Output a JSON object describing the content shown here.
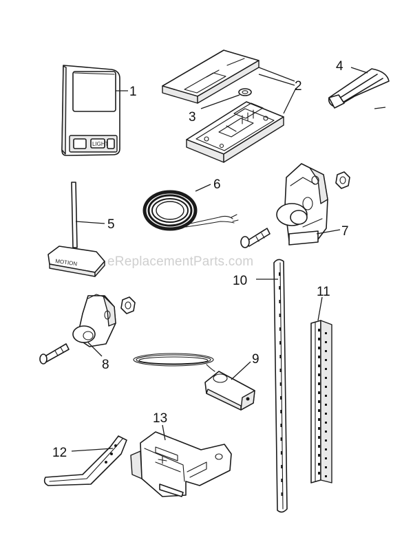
{
  "watermark": "eReplacementParts.com",
  "callouts": [
    {
      "id": "1",
      "text": "1"
    },
    {
      "id": "2",
      "text": "2"
    },
    {
      "id": "3",
      "text": "3"
    },
    {
      "id": "4",
      "text": "4"
    },
    {
      "id": "5",
      "text": "5"
    },
    {
      "id": "6",
      "text": "6"
    },
    {
      "id": "7",
      "text": "7"
    },
    {
      "id": "8",
      "text": "8"
    },
    {
      "id": "9",
      "text": "9"
    },
    {
      "id": "10",
      "text": "10"
    },
    {
      "id": "11",
      "text": "11"
    },
    {
      "id": "12",
      "text": "12"
    },
    {
      "id": "13",
      "text": "13"
    }
  ],
  "part_labels": {
    "wall_control_button": "LIGHT",
    "sensor_badge": "MOTION"
  }
}
